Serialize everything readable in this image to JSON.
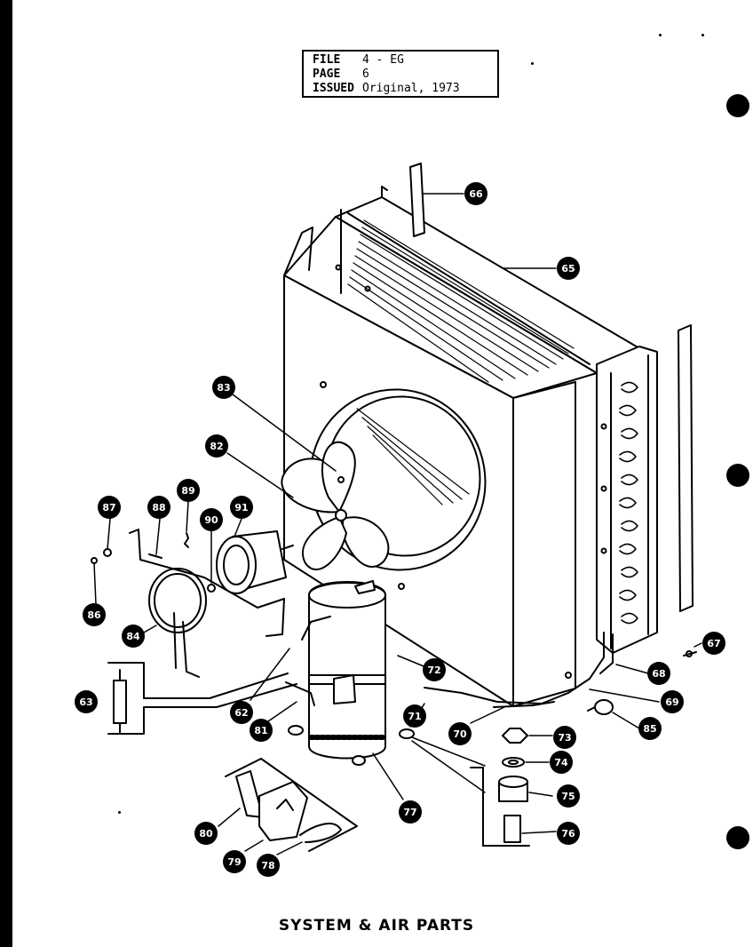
{
  "file_box": {
    "file_label": "FILE",
    "file_value": "4 - EG",
    "page_label": "PAGE",
    "page_value": "6",
    "issued_label": "ISSUED",
    "issued_value": "Original, 1973"
  },
  "title": "SYSTEM & AIR PARTS",
  "callouts": [
    "66",
    "65",
    "67",
    "68",
    "69",
    "85",
    "83",
    "82",
    "87",
    "88",
    "89",
    "90",
    "91",
    "86",
    "84",
    "63",
    "62",
    "81",
    "72",
    "71",
    "70",
    "73",
    "74",
    "75",
    "76",
    "77",
    "80",
    "79",
    "78"
  ]
}
